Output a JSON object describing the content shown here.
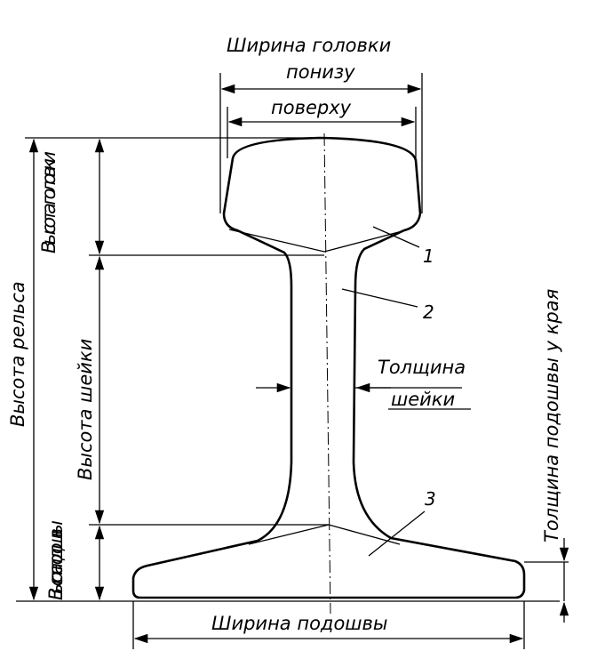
{
  "labels": {
    "head_width": "Ширина головки",
    "bottom": "понизу",
    "top": "поверху",
    "head_height": "Высота головки",
    "rail_height": "Высота рельса",
    "web_height": "Высота шейки",
    "foot_height": "Высота подошвы",
    "web_thickness_1": "Толщина",
    "web_thickness_2": "шейки",
    "foot_edge_thickness": "Толщина подошвы у края",
    "foot_width": "Ширина подошвы"
  },
  "callouts": [
    "1",
    "2",
    "3"
  ]
}
